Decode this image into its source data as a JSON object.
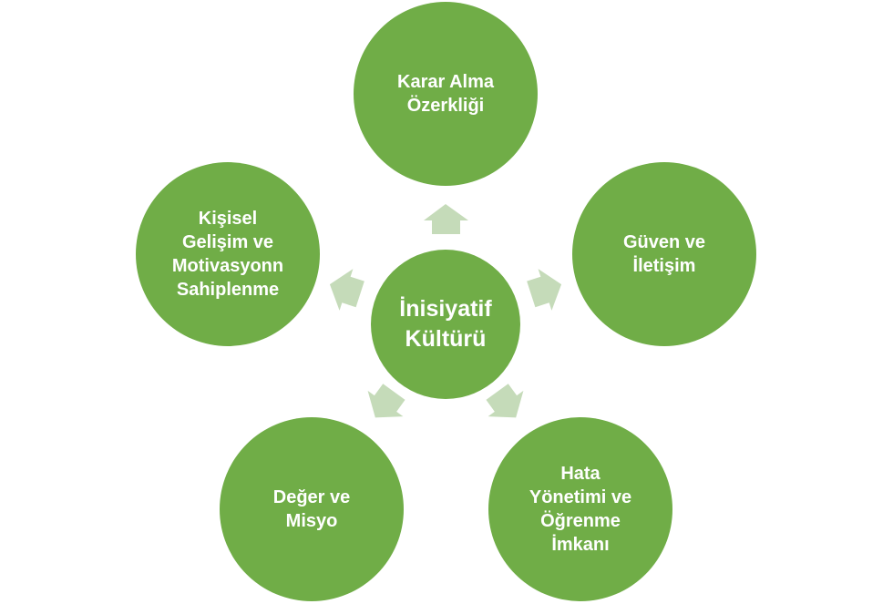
{
  "center": {
    "label": "İnisiyatif\nKültürü"
  },
  "nodes": [
    {
      "id": "karar",
      "label": "Karar Alma\nÖzerkliği"
    },
    {
      "id": "guven",
      "label": "Güven ve\nİletişim"
    },
    {
      "id": "hata",
      "label": "Hata\nYönetimi ve\nÖğrenme\nİmkanı"
    },
    {
      "id": "deger",
      "label": "Değer ve\nMisyo"
    },
    {
      "id": "kisisel",
      "label": "Kişisel\nGelişim ve\nMotivasyonn\nSahiplenme"
    }
  ],
  "colors": {
    "node": "#70ad47",
    "arrow": "#c5dbb9",
    "text": "#ffffff"
  }
}
